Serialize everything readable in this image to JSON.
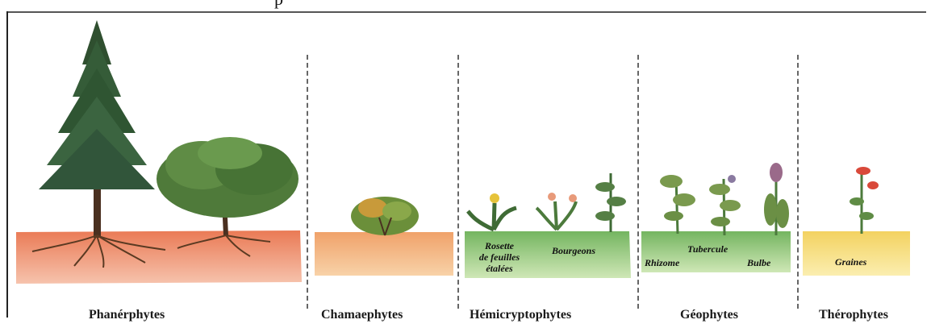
{
  "title_fragment": "p",
  "categories": [
    {
      "id": "phanerophytes",
      "label": "Phanérphytes"
    },
    {
      "id": "chamaephytes",
      "label": "Chamaephytes"
    },
    {
      "id": "hemicryptophytes",
      "label": "Hémicryptophytes"
    },
    {
      "id": "geophytes",
      "label": "Géophytes"
    },
    {
      "id": "therophytes",
      "label": "Thérophytes"
    }
  ],
  "annotations": {
    "rosette": "Rosette\nde feuilles\nétalées",
    "bourgeons": "Bourgeons",
    "tubercule": "Tubercule",
    "rhizome": "Rhizome",
    "bulbe": "Bulbe",
    "graines": "Graines"
  },
  "colors": {
    "soil_red": "#e98a6a",
    "soil_orange": "#f2b27e",
    "soil_green": "#8fc27a",
    "soil_yellow": "#f6df78",
    "conifer": "#3d5c3a",
    "broadleaf": "#4f7a3a",
    "flower_red": "#d9493a",
    "flower_yellow": "#e6c33a"
  }
}
